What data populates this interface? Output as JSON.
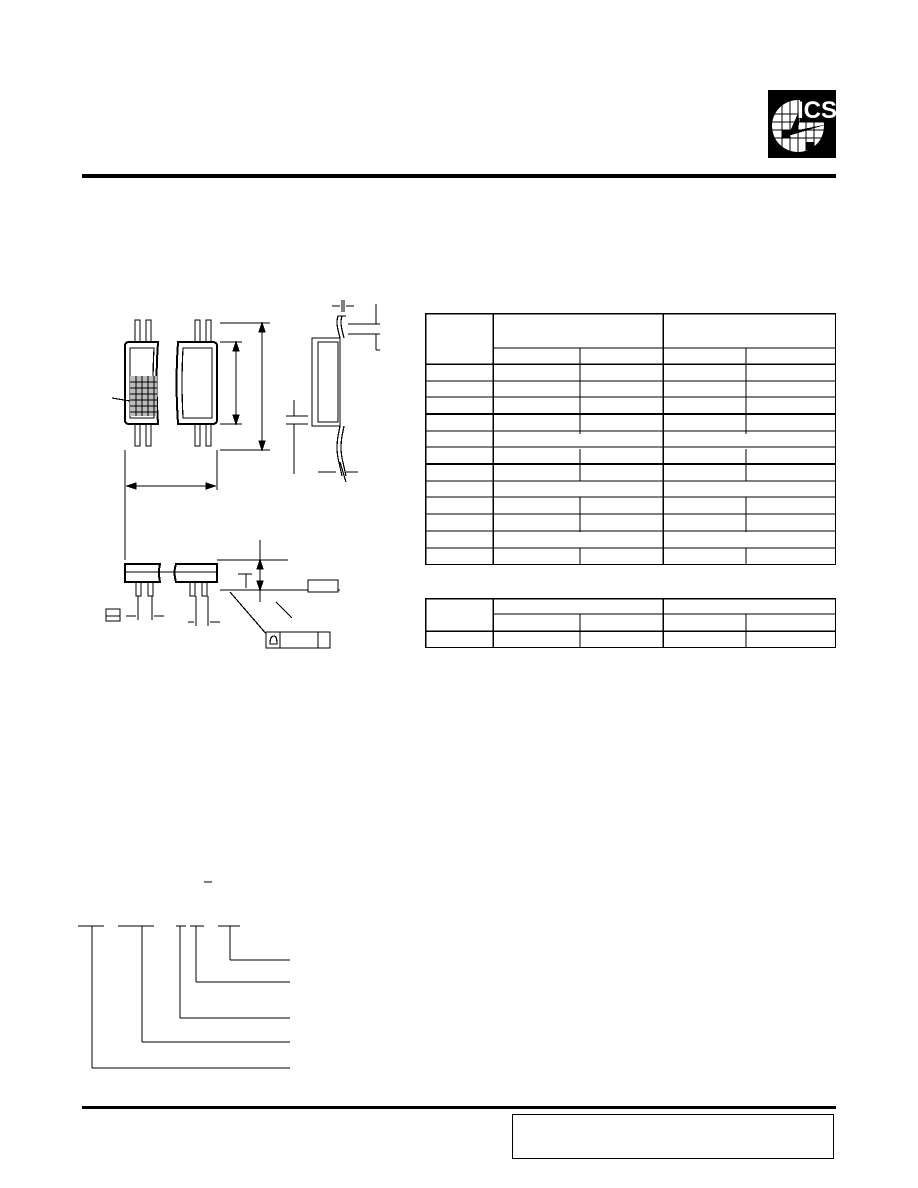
{
  "header": {
    "logo_icon": "ics-logo-icon",
    "brand": "ICS"
  },
  "colors": {
    "ink": "#000000",
    "paper": "#ffffff"
  },
  "drawing": {
    "icons": [
      "ssop-package-top-view-icon",
      "ssop-package-side-view-icon",
      "ssop-package-end-view-icon"
    ]
  },
  "dimension_table": {
    "rows": 12,
    "cols": 5
  },
  "lead_table": {
    "rows": 3,
    "cols": 5
  },
  "ordering_diagram": {
    "icon": "ordering-code-diagram-icon"
  }
}
